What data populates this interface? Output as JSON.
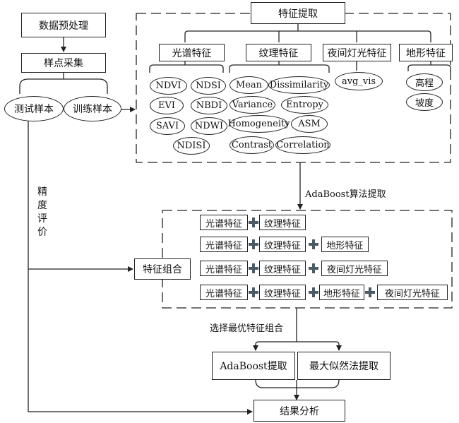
{
  "nodes": {
    "preprocess": "数据预处理",
    "sampling": "样点采集",
    "test_samples": "测试样本",
    "train_samples": "训练样本",
    "feature_extract": "特征提取",
    "feature_combo": "特征组合",
    "adaboost_extract": "AdaBoost提取",
    "ml_extract": "最大似然法提取",
    "result_analysis": "结果分析"
  },
  "categories": {
    "spectral": "光谱特征",
    "texture": "纹理特征",
    "nightlight": "夜间灯光特征",
    "terrain": "地形特征"
  },
  "spectral_items": [
    "NDVI",
    "NDSI",
    "EVI",
    "NBDI",
    "SAVI",
    "NDWI",
    "NDISI"
  ],
  "texture_items": [
    "Mean",
    "Dissimilarity",
    "Variance",
    "Entropy",
    "Homogeneity",
    "ASM",
    "Contrast",
    "Correlation"
  ],
  "nightlight_items": [
    "avg_vis"
  ],
  "terrain_items": [
    "高程",
    "坡度"
  ],
  "edge_labels": {
    "adaboost_algo": "AdaBoost算法提取",
    "select_best": "选择最优特征组合",
    "accuracy_eval": "精度评价"
  },
  "combinations": {
    "row1": [
      "光谱特征",
      "纹理特征"
    ],
    "row2": [
      "光谱特征",
      "纹理特征",
      "地形特征"
    ],
    "row3": [
      "光谱特征",
      "纹理特征",
      "夜间灯光特征"
    ],
    "row4": [
      "光谱特征",
      "纹理特征",
      "地形特征",
      "夜间灯光特征"
    ]
  }
}
